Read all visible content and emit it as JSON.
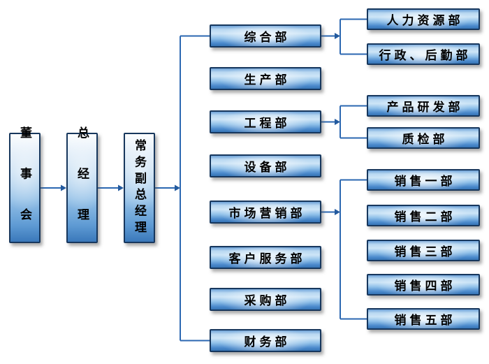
{
  "colors": {
    "line": "#2b67b1",
    "arrow": "#235a9e",
    "box_border": "#17375d",
    "box_fill_light": "#cde5f7",
    "box_fill_dark": "#3674b5"
  },
  "chain": [
    {
      "id": "dongshihui",
      "label": "董事会"
    },
    {
      "id": "zongjingli",
      "label": "总经理"
    },
    {
      "id": "changwufuzong",
      "label": "常务副总经理"
    }
  ],
  "departments": [
    {
      "id": "zonghe",
      "label": "综合部",
      "children": [
        "renliziyuan",
        "houqin"
      ]
    },
    {
      "id": "shengchan",
      "label": "生产部",
      "children": []
    },
    {
      "id": "gongcheng",
      "label": "工程部",
      "children": [
        "yanfa",
        "zhijian"
      ]
    },
    {
      "id": "shebei",
      "label": "设备部",
      "children": []
    },
    {
      "id": "yingxiao",
      "label": "市场营销部",
      "children": [
        "xiaoshou1",
        "xiaoshou2",
        "xiaoshou3",
        "xiaoshou4",
        "xiaoshou5"
      ]
    },
    {
      "id": "kefu",
      "label": "客户服务部",
      "children": []
    },
    {
      "id": "caigou",
      "label": "采购部",
      "children": []
    },
    {
      "id": "caiwu",
      "label": "财务部",
      "children": []
    }
  ],
  "sub_departments": [
    {
      "id": "renliziyuan",
      "label": "人力资源部"
    },
    {
      "id": "houqin",
      "label": "行政、后勤部"
    },
    {
      "id": "yanfa",
      "label": "产品研发部"
    },
    {
      "id": "zhijian",
      "label": "质检部"
    },
    {
      "id": "xiaoshou1",
      "label": "销售一部"
    },
    {
      "id": "xiaoshou2",
      "label": "销售二部"
    },
    {
      "id": "xiaoshou3",
      "label": "销售三部"
    },
    {
      "id": "xiaoshou4",
      "label": "销售四部"
    },
    {
      "id": "xiaoshou5",
      "label": "销售五部"
    }
  ]
}
